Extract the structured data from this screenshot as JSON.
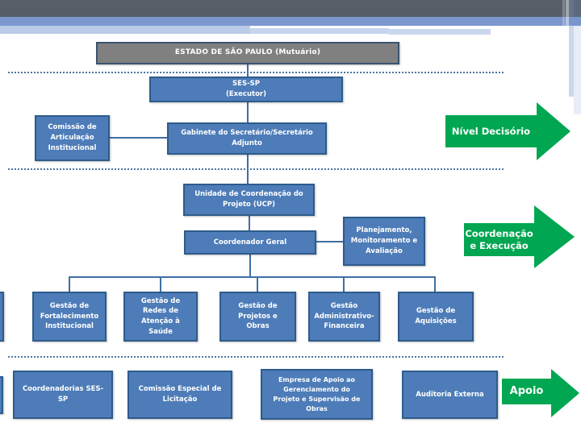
{
  "slide": {
    "type": "org-chart",
    "title": "ESTADO DE SÃO PAULO (Mutuário)"
  },
  "chart": {
    "nodes": [
      {
        "id": "estado",
        "label": "ESTADO DE SÃO PAULO (Mutuário)"
      },
      {
        "id": "ses_sp",
        "label": "SES-SP\n(Executor)"
      },
      {
        "id": "comissao_articulacao",
        "label": "Comissão de\nArticulação\nInstitucional"
      },
      {
        "id": "gabinete",
        "label": "Gabinete do Secretário/Secretário\nAdjunto"
      },
      {
        "id": "ucp",
        "label": "Unidade de Coordenação do\nProjeto (UCP)"
      },
      {
        "id": "coordenador_geral",
        "label": "Coordenador Geral"
      },
      {
        "id": "planejamento",
        "label": "Planejamento,\nMonitoramento e\nAvaliação"
      },
      {
        "id": "gestao_fortalecimento",
        "label": "Gestão de\nFortalecimento\nInstitucional"
      },
      {
        "id": "gestao_redes",
        "label": "Gestão de\nRedes de\nAtenção à\nSaúde"
      },
      {
        "id": "gestao_projetos",
        "label": "Gestão de\nProjetos e\nObras"
      },
      {
        "id": "gestao_administrativo",
        "label": "Gestão\nAdministrativo-\nFinanceira"
      },
      {
        "id": "gestao_aquisicoes",
        "label": "Gestão de\nAquisições"
      },
      {
        "id": "coordenadorias",
        "label": "Coordenadorias SES-\nSP"
      },
      {
        "id": "comissao_licitacao",
        "label": "Comissão Especial de\nLicitação"
      },
      {
        "id": "empresa_apoio",
        "label": "Empresa de Apoio ao\nGerenciamento do\nProjeto e Supervisão de\nObras"
      },
      {
        "id": "auditoria_externa",
        "label": "Auditoria Externa"
      }
    ],
    "level_arrows": [
      {
        "id": "nivel_decisorio",
        "label": "Nível Decisório"
      },
      {
        "id": "coordenacao_execucao",
        "label": "Coordenação\ne Execução"
      },
      {
        "id": "apoio",
        "label": "Apoio"
      }
    ]
  },
  "colors": {
    "node_fill": "#4D7CB8",
    "node_border": "#2E5B8C",
    "estado_fill": "#808080",
    "estado_border": "#3A5370",
    "connector": "#3F6FA3",
    "dotted_divider": "#4D74A1",
    "arrow_green": "#00A651",
    "header_dark": "#575E68",
    "header_blue": "#7B97CE",
    "header_light_blue": "#BCCBE8"
  }
}
